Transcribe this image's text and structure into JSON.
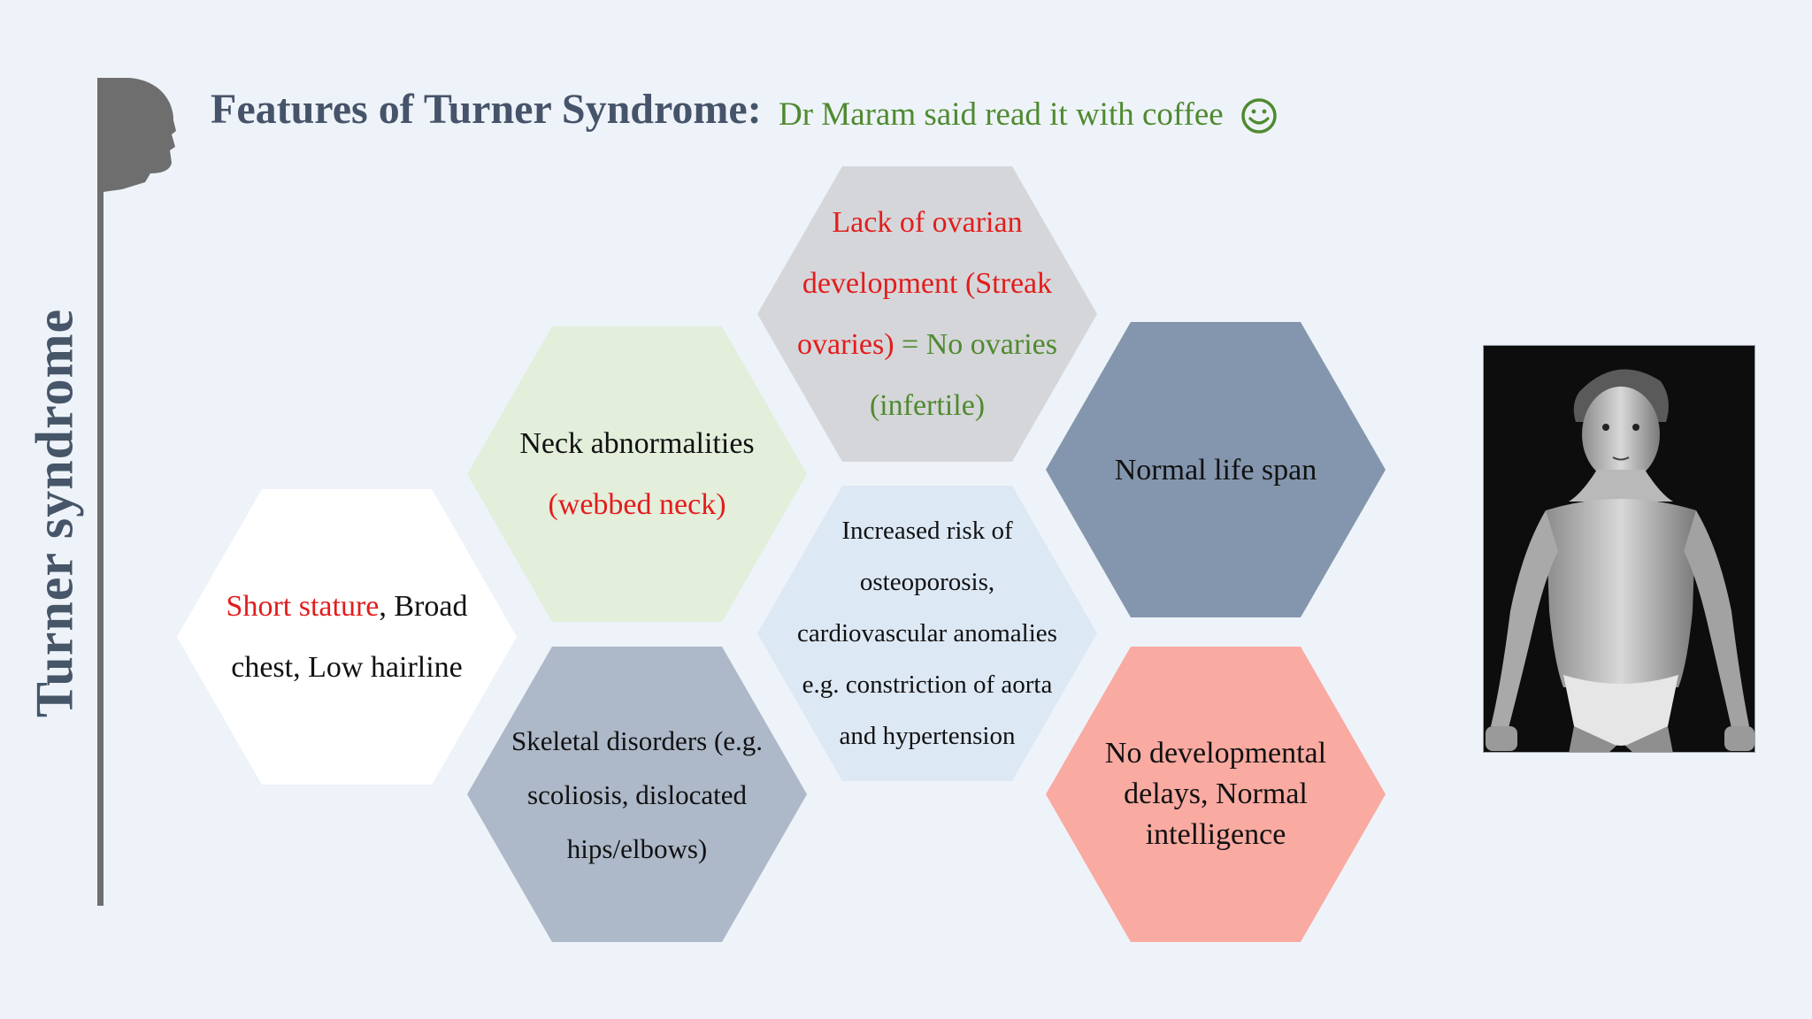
{
  "slide": {
    "vertical_title": "Turner syndrome",
    "title": "Features of Turner Syndrome:",
    "note": "Dr Maram said read it with coffee",
    "smile_icon": "smiling-face-icon"
  },
  "hexagons": {
    "short_stature": {
      "line1_red": "Short stature",
      "line1_rest": ",",
      "rest": "Broad chest, Low hairline"
    },
    "neck": {
      "line1": "Neck abnormalities",
      "line2_red": "(webbed neck)"
    },
    "ovary": {
      "red": "Lack of ovarian development (Streak ovaries)",
      "green": " = No ovaries (infertile)"
    },
    "life_span": {
      "text": "Normal life span"
    },
    "skeletal": {
      "text": "Skeletal disorders (e.g. scoliosis, dislocated hips/elbows)"
    },
    "risk": {
      "text": "Increased risk of osteoporosis, cardiovascular anomalies e.g. constriction of aorta and hypertension"
    },
    "development": {
      "text": "No developmental delays, Normal intelligence"
    }
  },
  "colors": {
    "red_text": "#e31c1c",
    "green_text": "#4f8a2f",
    "title": "#46546a",
    "hex_white": "#ffffff",
    "hex_green": "#e3eedb",
    "hex_gray": "#d5d6d9",
    "hex_slate": "#8496ae",
    "hex_bluegray": "#adb8c8",
    "hex_lightblue": "#dde8f5",
    "hex_salmon": "#f9aaa1"
  },
  "photo": {
    "icon": "patient-photo"
  }
}
